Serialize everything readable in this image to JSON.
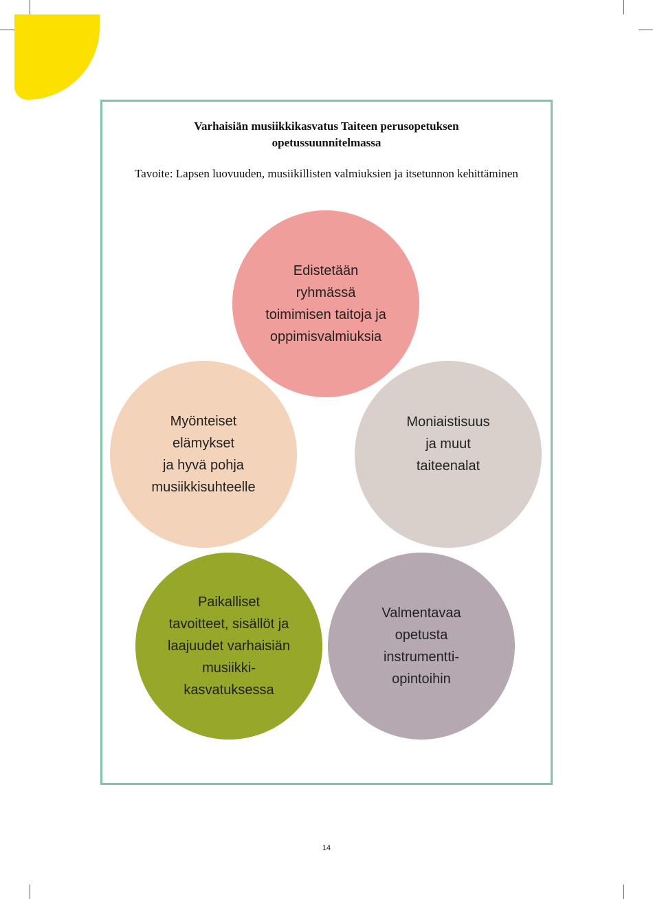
{
  "title": "Varhaisiän musiikkikasvatus  Taiteen perusopetuksen\nopetussuunnitelmassa",
  "goal": "Tavoite: Lapsen luovuuden, musiikillisten valmiuksien ja itsetunnon kehittäminen",
  "circles": [
    {
      "text": "Edistetään\nryhmässä\ntoimimisen taitoja ja\noppimisvalmiuksia",
      "color": "#f09e9b"
    },
    {
      "text": "Myönteiset\nelämykset\nja hyvä pohja\nmusiikkisuhteelle",
      "color": "#f3d3ba"
    },
    {
      "text": "Moniaistisuus\nja muut\ntaiteenalat",
      "color": "#d9d0cb"
    },
    {
      "text": "Paikalliset\ntavoitteet, sisällöt ja\nlaajuudet varhaisiän\nmusiikki-\nkasvatuksessa",
      "color": "#97a72a"
    },
    {
      "text": "Valmentavaa\nopetusta\ninstrumentti-\nopintoihin",
      "color": "#b5a8b0"
    }
  ],
  "page_number": "14",
  "colors": {
    "frame": "#7fc4a4",
    "accent": "#fbe000"
  }
}
